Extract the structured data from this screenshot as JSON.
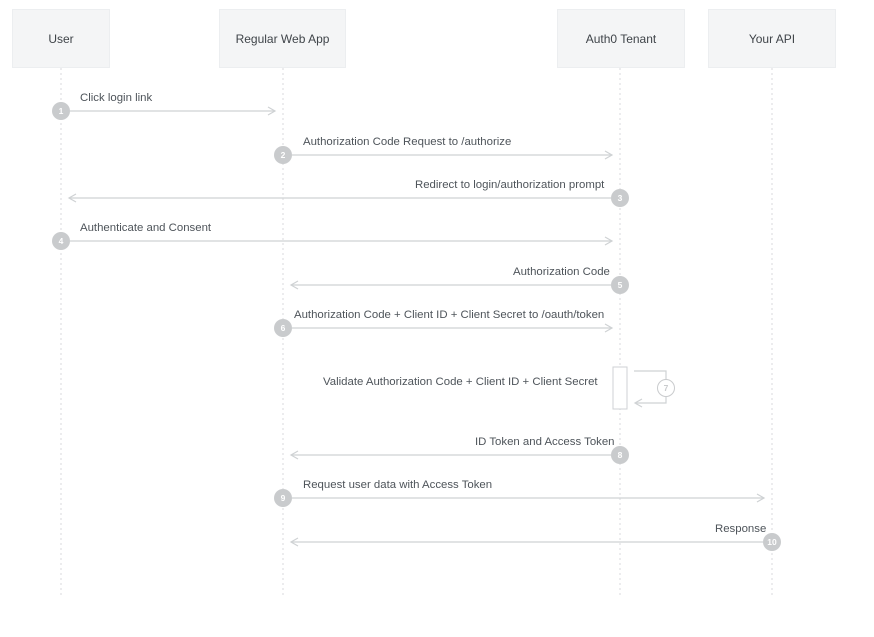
{
  "actors": {
    "user": "User",
    "webapp": "Regular Web App",
    "tenant": "Auth0 Tenant",
    "api": "Your API"
  },
  "steps": [
    {
      "n": "1",
      "label": "Click login link",
      "from": "user",
      "to": "webapp"
    },
    {
      "n": "2",
      "label": "Authorization Code Request to /authorize",
      "from": "webapp",
      "to": "tenant"
    },
    {
      "n": "3",
      "label": "Redirect to login/authorization prompt",
      "from": "tenant",
      "to": "user"
    },
    {
      "n": "4",
      "label": "Authenticate and Consent",
      "from": "user",
      "to": "tenant"
    },
    {
      "n": "5",
      "label": "Authorization Code",
      "from": "tenant",
      "to": "webapp"
    },
    {
      "n": "6",
      "label": "Authorization Code + Client ID + Client Secret to /oauth/token",
      "from": "webapp",
      "to": "tenant"
    },
    {
      "n": "7",
      "label": "Validate Authorization Code + Client ID + Client Secret",
      "from": "tenant",
      "to": "tenant"
    },
    {
      "n": "8",
      "label": "ID Token and Access Token",
      "from": "tenant",
      "to": "webapp"
    },
    {
      "n": "9",
      "label": "Request user data with Access Token",
      "from": "webapp",
      "to": "api"
    },
    {
      "n": "10",
      "label": "Response",
      "from": "api",
      "to": "webapp"
    }
  ],
  "colors": {
    "line": "#cfd2d4",
    "badge": "#c9cbcd",
    "text": "#4e545a",
    "actor_bg": "#f4f5f6"
  }
}
